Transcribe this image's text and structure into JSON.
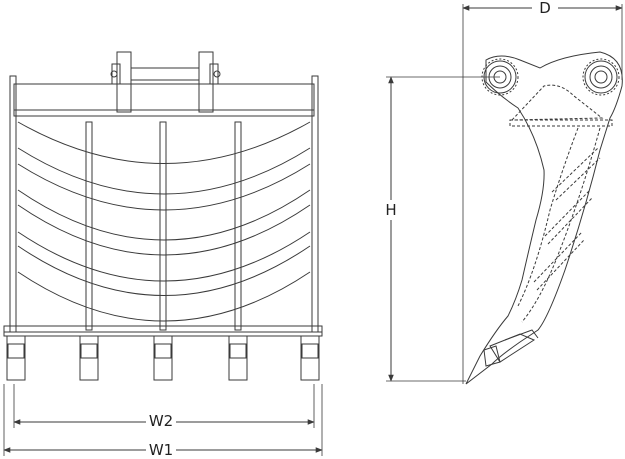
{
  "labels": {
    "w1": "W1",
    "w2": "W2",
    "h": "H",
    "d": "D"
  },
  "style": {
    "line_color": "#3a3a3a",
    "fill_color": "#ffffff"
  }
}
